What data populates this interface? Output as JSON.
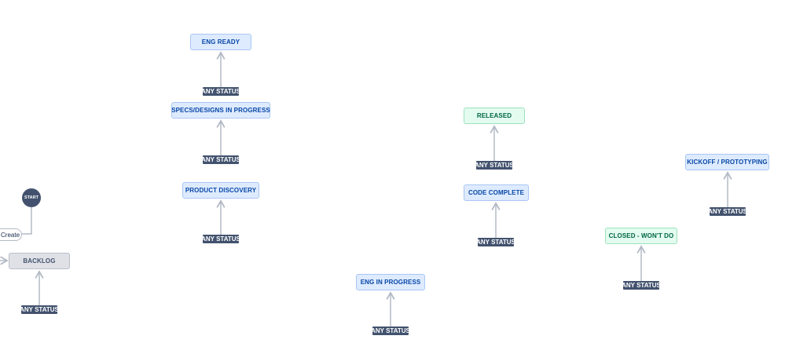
{
  "start": {
    "label": "START"
  },
  "create_transition": {
    "label": "Create"
  },
  "any_status_label": "ANY STATUS",
  "statuses": {
    "backlog": {
      "label": "BACKLOG",
      "category": "todo"
    },
    "product_discovery": {
      "label": "PRODUCT DISCOVERY",
      "category": "inprog"
    },
    "specs_designs": {
      "label": "SPECS/DESIGNS IN PROGRESS",
      "category": "inprog"
    },
    "eng_ready": {
      "label": "ENG READY",
      "category": "inprog"
    },
    "eng_in_progress": {
      "label": "ENG IN PROGRESS",
      "category": "inprog"
    },
    "code_complete": {
      "label": "CODE COMPLETE",
      "category": "inprog"
    },
    "released": {
      "label": "RELEASED",
      "category": "done"
    },
    "closed_wont_do": {
      "label": "CLOSED - WON'T DO",
      "category": "done"
    },
    "kickoff_prototyping": {
      "label": "KICKOFF / PROTOTYPING",
      "category": "inprog"
    }
  },
  "colors": {
    "todo_fill": "#dfe1e6",
    "todo_text": "#42526e",
    "inprogress_fill": "#deebff",
    "inprogress_text": "#0747a6",
    "done_fill": "#e3fcef",
    "done_text": "#006644",
    "any_status_fill": "#42526e",
    "edge": "#b3bac5"
  }
}
